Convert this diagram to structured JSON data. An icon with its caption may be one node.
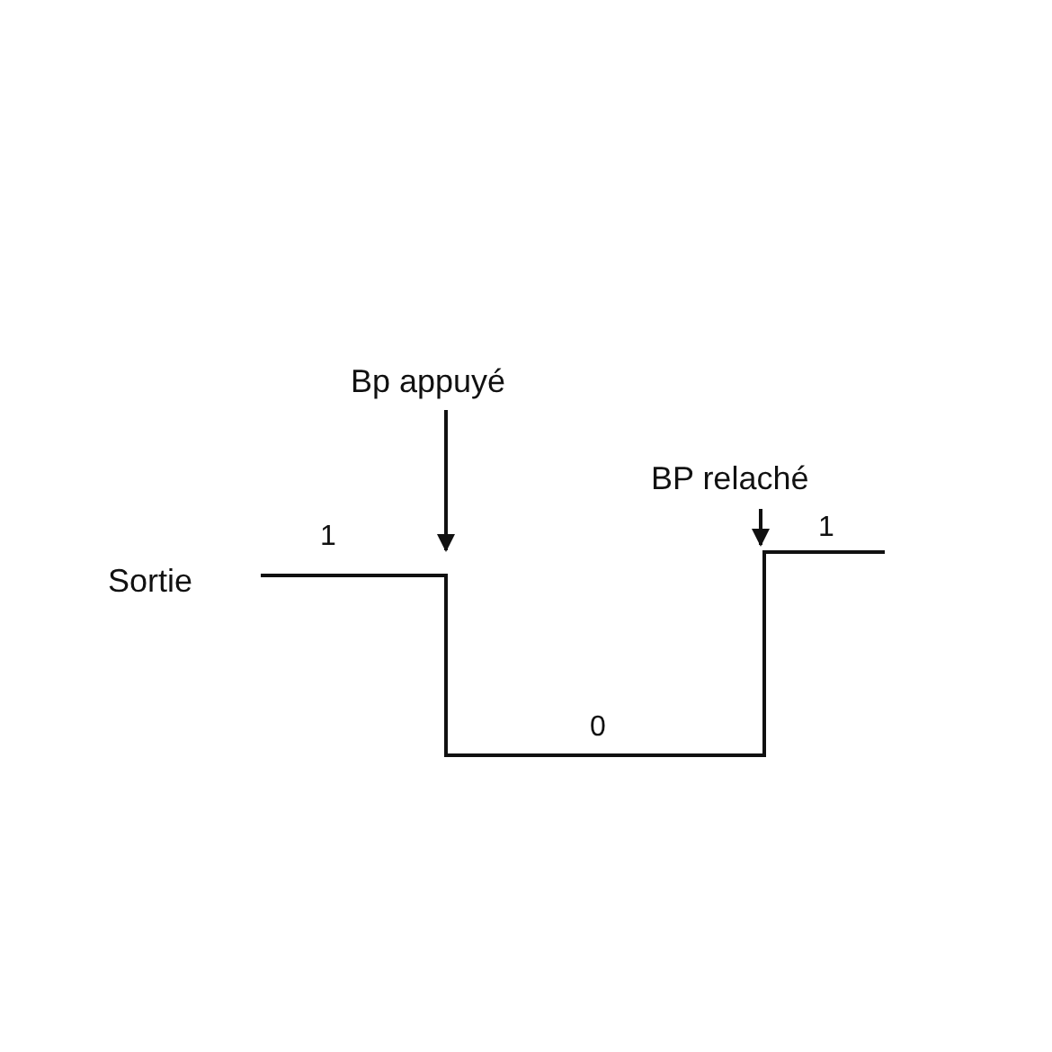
{
  "diagram": {
    "nodes": [
      {
        "text": [
          "Bp appuyé"
        ]
      },
      {
        "text": [
          "BP relaché"
        ]
      }
    ],
    "edges": [
      {
        "from": 0,
        "to": null,
        "arrow": "to"
      },
      {
        "from": 1,
        "to": null,
        "arrow": "to"
      }
    ],
    "labels": [
      "Sortie",
      "1",
      "1",
      "0"
    ]
  }
}
